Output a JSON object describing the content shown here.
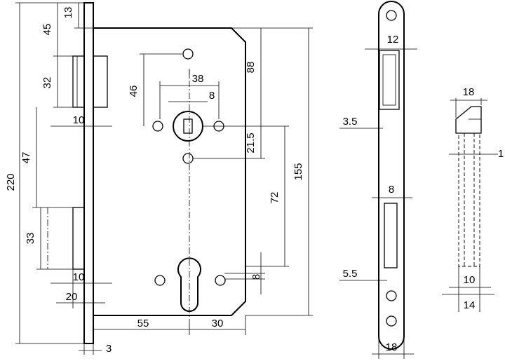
{
  "dimensions": {
    "face_plate_top": "13",
    "latch_top_offset": "45",
    "latch_height": "32",
    "latch_depth": "10",
    "bolt_gap": "47",
    "bolt_height": "33",
    "bolt_depth": "10",
    "bolt_throw": "20",
    "plate_thickness": "3",
    "overall_height": "220",
    "follower_width": "38",
    "follower_square": "8",
    "follower_height": "46",
    "case_top_to_follower": "88",
    "follower_offset": "21.5",
    "center_distance": "72",
    "case_height": "155",
    "cylinder_pin": "8",
    "backset": "55",
    "case_rear": "30",
    "strike_width": "12",
    "strike_depth": "3.5",
    "strike_slot_width": "8",
    "strike_slot_depth": "5.5",
    "strike_plate_width": "18",
    "latch_head_width": "18",
    "latch_head_thickness": "1",
    "latch_shank_inner": "10",
    "latch_shank_outer": "14"
  }
}
